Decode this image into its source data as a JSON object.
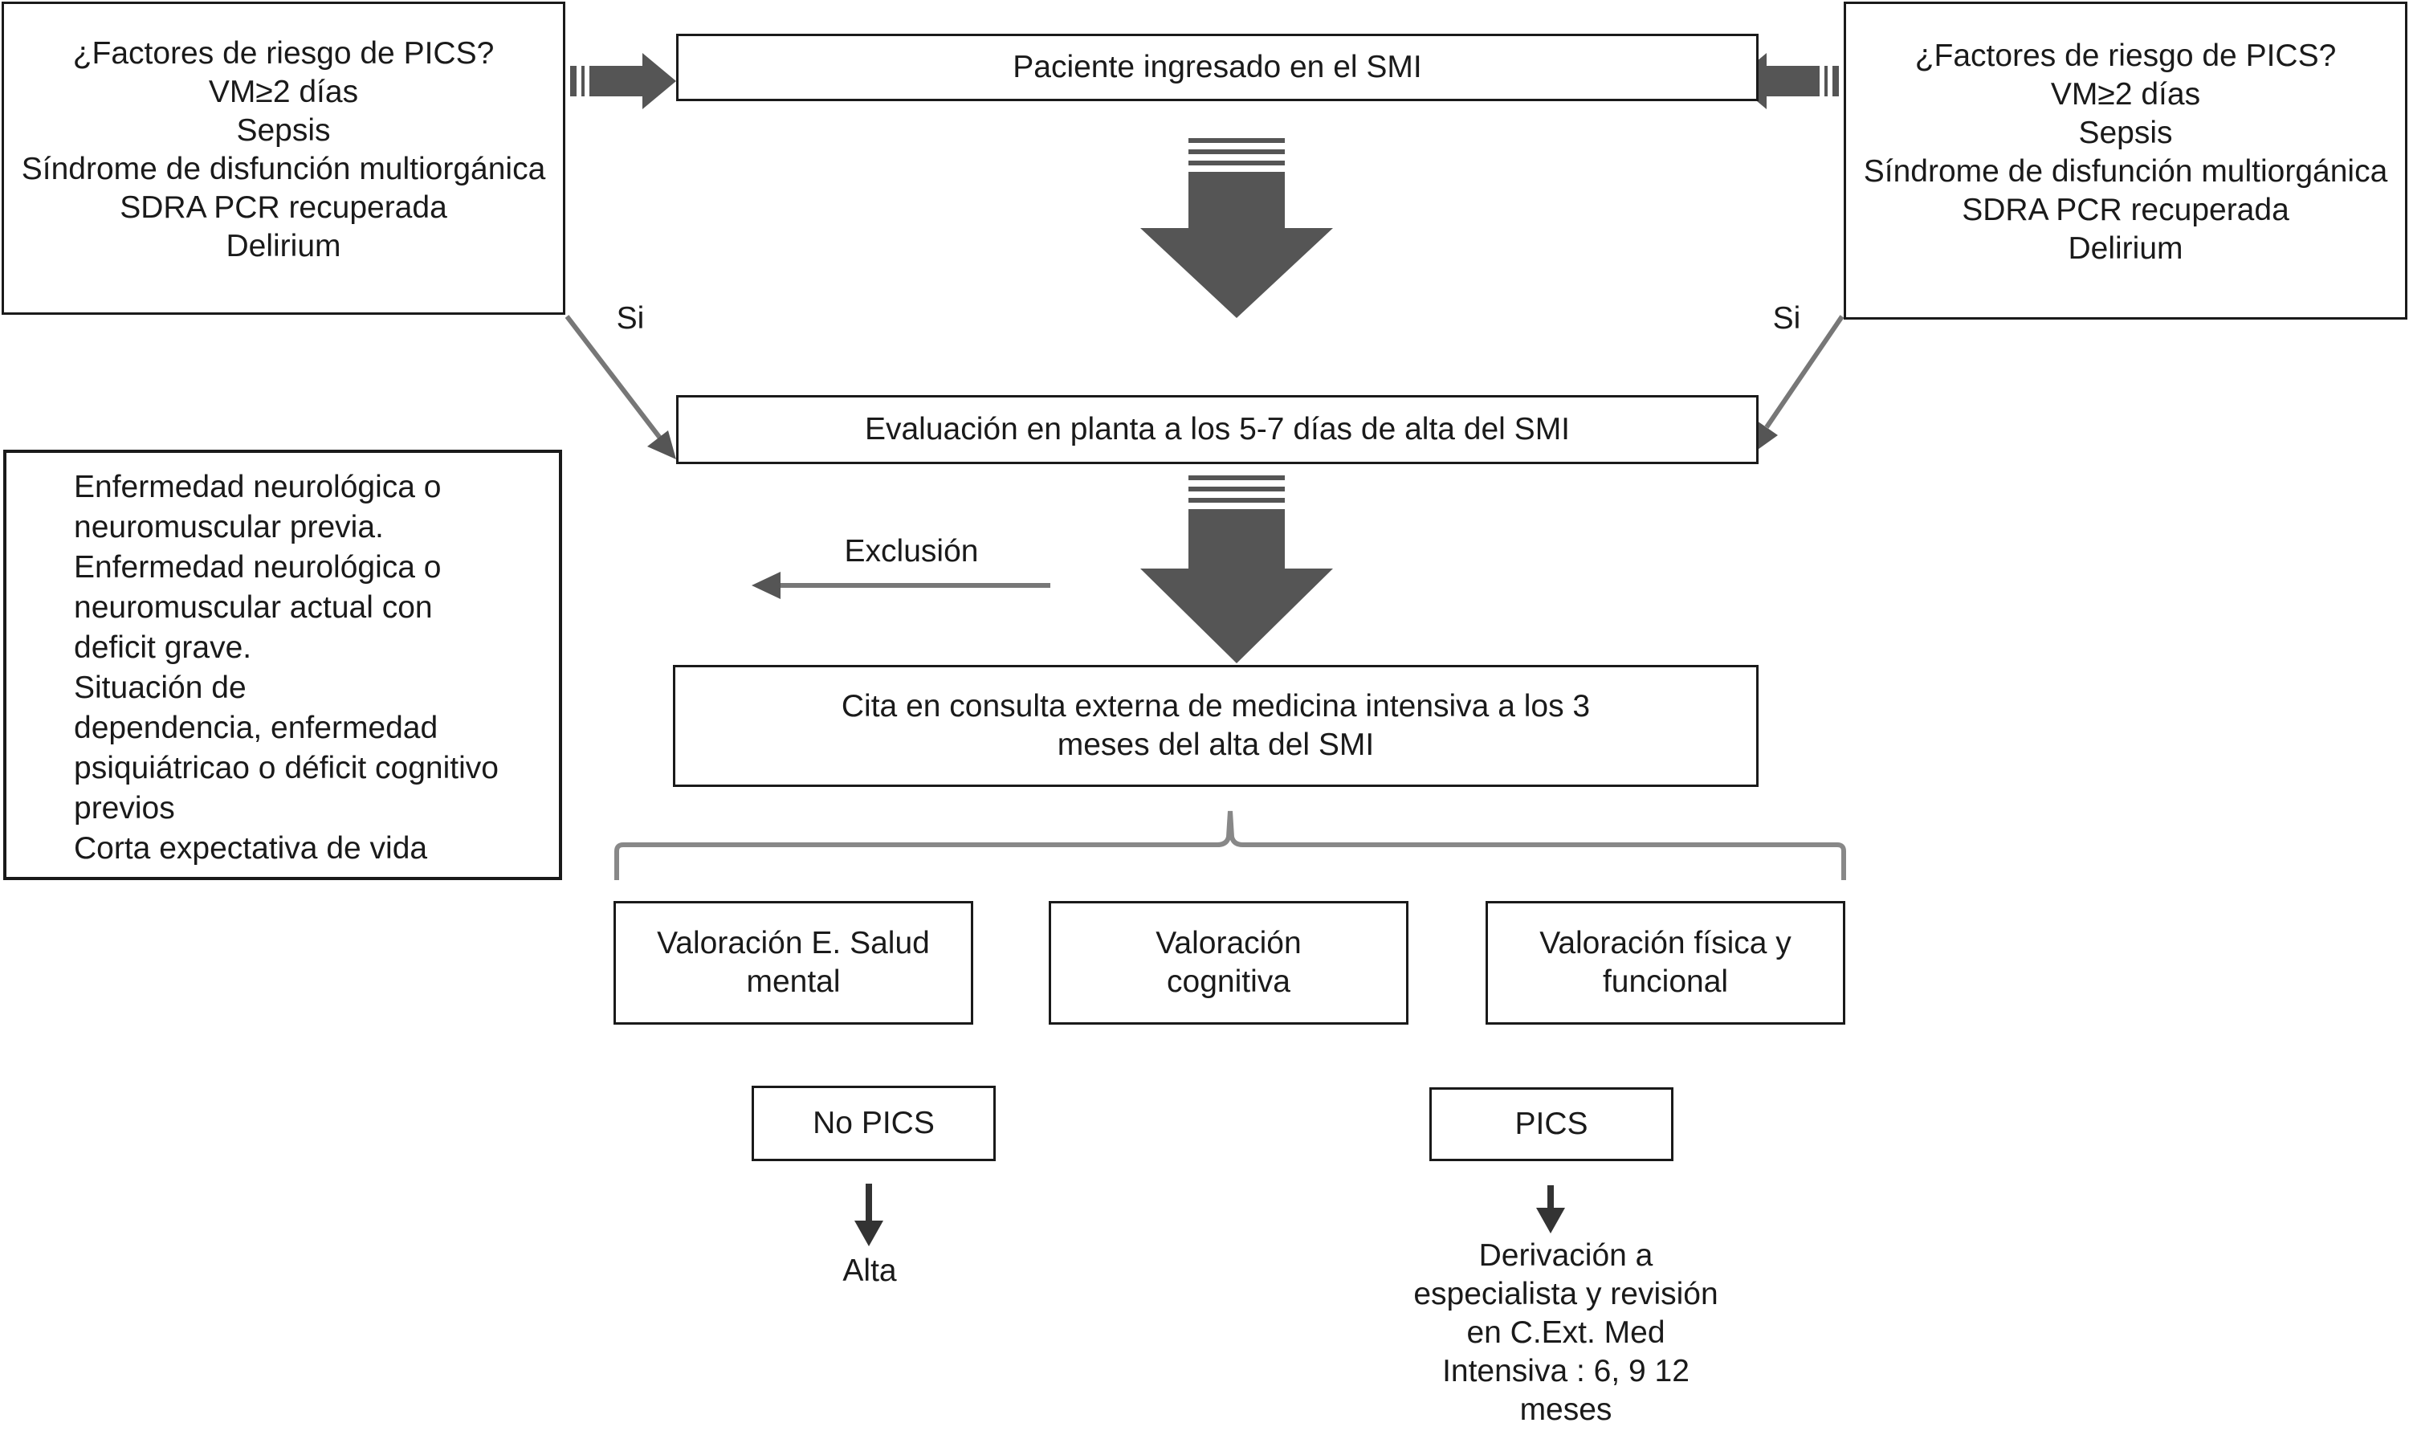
{
  "risk_factors_left": {
    "title": "¿Factores de riesgo de PICS?",
    "items": [
      "VM≥2 días",
      "Sepsis",
      "Síndrome de disfunción multiorgánica",
      "SDRA PCR recuperada",
      "Delirium"
    ]
  },
  "risk_factors_right": {
    "title": "¿Factores de riesgo de PICS?",
    "items": [
      "VM≥2 días",
      "Sepsis",
      "Síndrome de disfunción multiorgánica",
      "SDRA PCR recuperada",
      "Delirium"
    ]
  },
  "admission": {
    "label": "Paciente ingresado en el SMI"
  },
  "yes_left": "Si",
  "yes_right": "Si",
  "ward_evaluation": {
    "label": "Evaluación en planta a los 5-7 días de alta del SMI"
  },
  "exclusion": {
    "label": "Exclusión",
    "criteria_lines": [
      "Enfermedad neurológica o",
      "neuromuscular previa.",
      "Enfermedad neurológica o",
      "neuromuscular actual con",
      "deficit grave.",
      "Situación de",
      "dependencia, enfermedad",
      "psiquiátricao o déficit cognitivo",
      "previos",
      "Corta expectativa de vida"
    ]
  },
  "appointment": {
    "lines": [
      "Cita en consulta externa de medicina intensiva a los 3",
      "meses del alta del SMI"
    ]
  },
  "assessments": [
    {
      "lines": [
        "Valoración E. Salud",
        "mental"
      ]
    },
    {
      "lines": [
        "Valoración",
        "cognitiva"
      ]
    },
    {
      "lines": [
        "Valoración física y",
        "funcional"
      ]
    }
  ],
  "no_pics": {
    "label": "No PICS",
    "outcome": "Alta"
  },
  "pics": {
    "label": "PICS",
    "outcome_lines": [
      "Derivación a",
      "especialista y revisión",
      "en C.Ext. Med",
      "Intensiva : 6, 9 12",
      "meses"
    ]
  },
  "colors": {
    "arrow_fill": "#555555",
    "line": "#777777",
    "border": "#1a1a1a"
  }
}
